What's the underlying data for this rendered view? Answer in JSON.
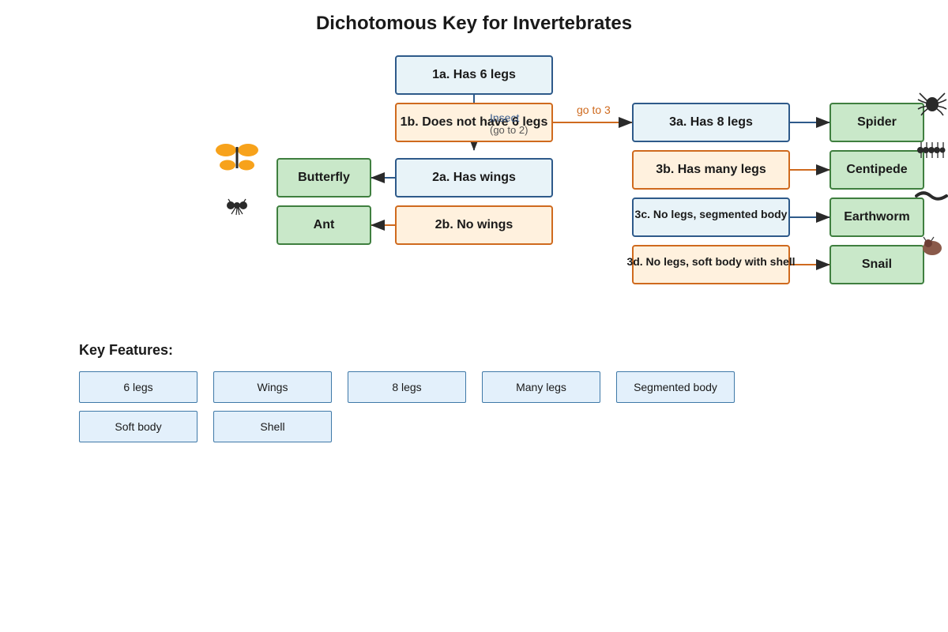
{
  "title": "Dichotomous Key for Invertebrates",
  "colors": {
    "question_a_fill": "#e8f3f8",
    "question_a_border": "#2e5a8a",
    "question_b_fill": "#fff1de",
    "question_b_border": "#cf6a1e",
    "answer_fill": "#c9e8c9",
    "answer_border": "#3f7f3f",
    "feature_fill": "#e3f0fb",
    "feature_border": "#3f79a8"
  },
  "questions": {
    "q1a": "1a. Has 6 legs",
    "q1b": "1b. Does not have 6 legs",
    "q2a": "2a. Has wings",
    "q2b": "2b. No wings",
    "q3a": "3a. Has 8 legs",
    "q3b": "3b. Has many legs",
    "q3c": "3c. No legs, segmented body",
    "q3d": "3d. No legs, soft body with shell"
  },
  "answers": {
    "butterfly": "Butterfly",
    "ant": "Ant",
    "spider": "Spider",
    "centipede": "Centipede",
    "earthworm": "Earthworm",
    "snail": "Snail"
  },
  "edge_labels": {
    "insect": "Insect",
    "go_to_2": "(go to 2)",
    "go_to_3": "go to 3"
  },
  "icons": [
    "butterfly-icon",
    "ant-icon",
    "spider-icon",
    "centipede-icon",
    "earthworm-icon",
    "snail-icon"
  ],
  "features": {
    "title": "Key Features:",
    "items": [
      "6 legs",
      "Wings",
      "8 legs",
      "Many legs",
      "Segmented body",
      "Soft body",
      "Shell"
    ]
  }
}
